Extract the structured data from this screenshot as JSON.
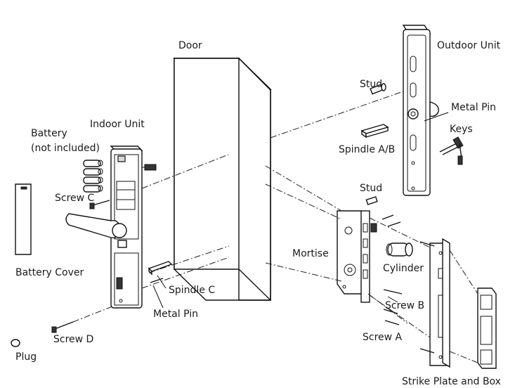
{
  "labels": {
    "door": "Door",
    "outdoor_unit": "Outdoor Unit",
    "stud_top": "Stud",
    "metal_pin_top": "Metal Pin",
    "keys": "Keys",
    "spindle_ab": "Spindle A/B",
    "stud_mid": "Stud",
    "battery": "Battery",
    "not_included": "(not included)",
    "indoor_unit": "Indoor Unit",
    "screw_c": "Screw C",
    "battery_cover": "Battery Cover",
    "mortise": "Mortise",
    "cylinder": "Cylinder",
    "spindle_c": "Spindle C",
    "metal_pin_bottom": "Metal Pin",
    "screw_b": "Screw B",
    "screw_a": "Screw A",
    "screw_d": "Screw D",
    "plug": "Plug",
    "strike_plate_box": "Strike Plate and Box"
  }
}
